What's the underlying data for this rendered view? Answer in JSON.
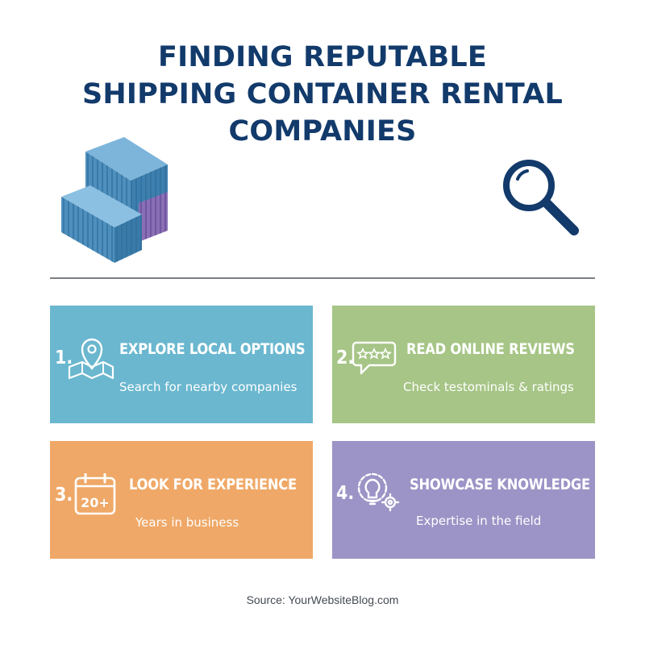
{
  "title": {
    "line1": "FINDING REPUTABLE",
    "line2": "SHIPPING CONTAINER RENTAL",
    "line3": "COMPANIES"
  },
  "colors": {
    "title": "#123a6b",
    "card1": "#6ab7cf",
    "card2": "#a6c586",
    "card3": "#efa867",
    "card4": "#9c93c6",
    "container_blue": "#4f8fbd",
    "container_purple": "#8a6fb6"
  },
  "cards": [
    {
      "number": "1.",
      "title": "EXPLORE LOCAL OPTIONS",
      "subtitle": "Search for nearby companies",
      "icon": "map-pin-icon"
    },
    {
      "number": "2.",
      "title": "READ ONLINE REVIEWS",
      "subtitle": "Check testominals & ratings",
      "icon": "review-stars-icon"
    },
    {
      "number": "3.",
      "title": "LOOK FOR EXPERIENCE",
      "subtitle": "Years in business",
      "icon": "calendar-icon",
      "icon_text": "20+"
    },
    {
      "number": "4.",
      "title": "SHOWCASE KNOWLEDGE",
      "subtitle": "Expertise in the field",
      "icon": "lightbulb-gear-icon"
    }
  ],
  "source": "Source: YourWebsiteBlog.com"
}
